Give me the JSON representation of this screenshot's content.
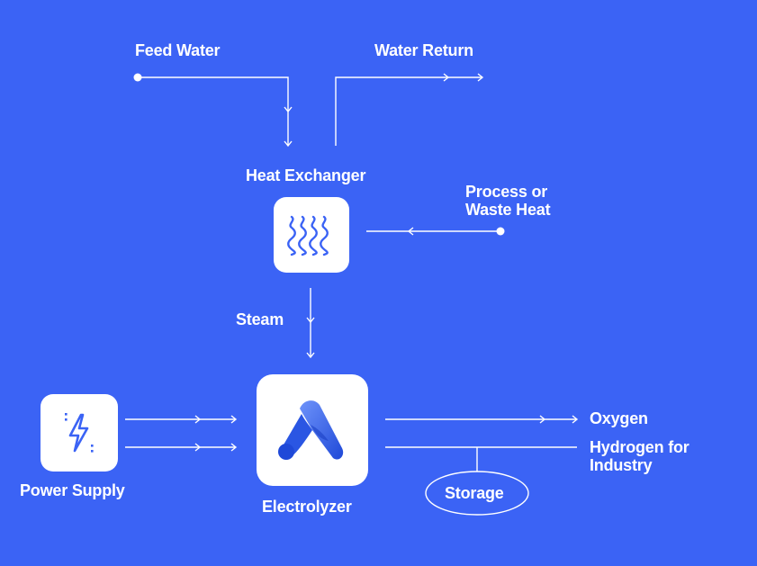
{
  "diagram": {
    "background_color": "#3b63f5",
    "line_color": "#ffffff",
    "labels": {
      "feed_water": "Feed Water",
      "water_return": "Water Return",
      "heat_exchanger": "Heat Exchanger",
      "process_heat_line1": "Process or",
      "process_heat_line2": "Waste Heat",
      "steam": "Steam",
      "power_supply": "Power Supply",
      "electrolyzer": "Electrolyzer",
      "oxygen": "Oxygen",
      "hydrogen_line1": "Hydrogen for",
      "hydrogen_line2": "Industry",
      "storage": "Storage"
    },
    "icons": {
      "heat_exchanger": "heat-waves-icon",
      "power_supply": "lightning-bolt-icon",
      "electrolyzer": "electrolyzer-logo-icon"
    },
    "icon_colors": {
      "heat_waves": "#3b63f5",
      "bolt": "#3b63f5",
      "logo_light": "#5a86f7",
      "logo_dark": "#1f49d8"
    }
  }
}
